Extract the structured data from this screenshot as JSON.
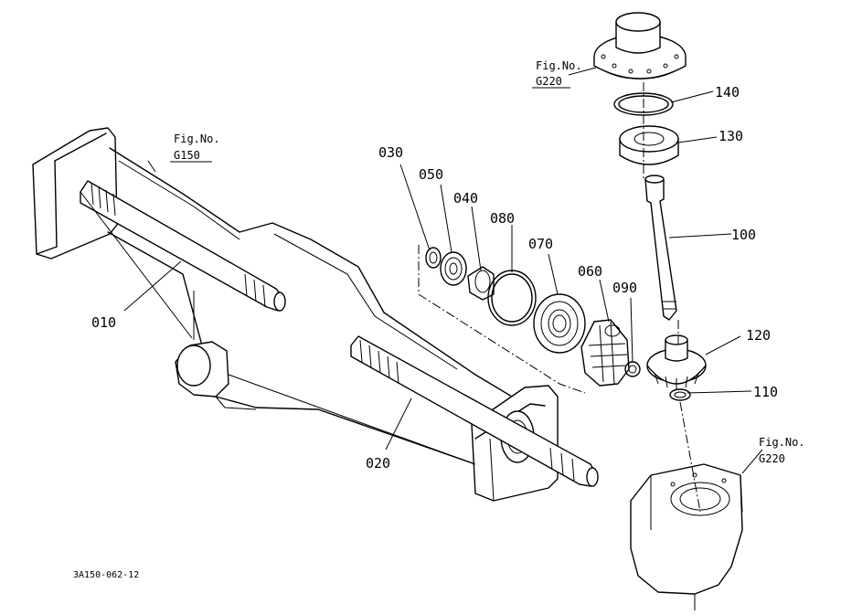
{
  "parts": [
    {
      "id": "part-010",
      "label": "010"
    },
    {
      "id": "part-020",
      "label": "020"
    },
    {
      "id": "part-030",
      "label": "030"
    },
    {
      "id": "part-040",
      "label": "040"
    },
    {
      "id": "part-050",
      "label": "050"
    },
    {
      "id": "part-060",
      "label": "060"
    },
    {
      "id": "part-070",
      "label": "070"
    },
    {
      "id": "part-080",
      "label": "080"
    },
    {
      "id": "part-090",
      "label": "090"
    },
    {
      "id": "part-100",
      "label": "100"
    },
    {
      "id": "part-110",
      "label": "110"
    },
    {
      "id": "part-120",
      "label": "120"
    },
    {
      "id": "part-130",
      "label": "130"
    },
    {
      "id": "part-140",
      "label": "140"
    }
  ],
  "figure_refs": [
    {
      "prefix": "Fig.No.",
      "number": "G150"
    },
    {
      "prefix": "Fig.No.",
      "number": "G220"
    },
    {
      "prefix": "Fig.No.",
      "number": "G220"
    }
  ],
  "drawing_code": "3A150-062-12"
}
